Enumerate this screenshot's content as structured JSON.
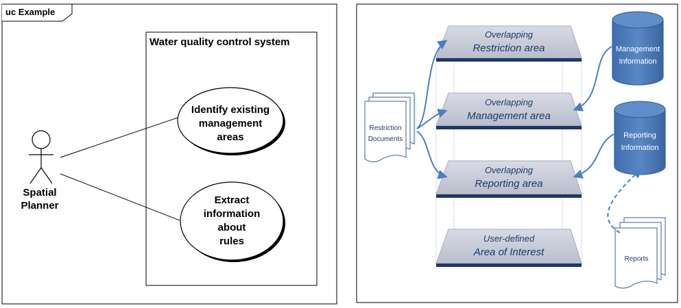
{
  "uml": {
    "frame_label": "uc Example",
    "system_title": "Water quality control system",
    "actor": {
      "line1": "Spatial",
      "line2": "Planner"
    },
    "use_cases": [
      {
        "lines": [
          "Identify existing",
          "management",
          "areas"
        ]
      },
      {
        "lines": [
          "Extract",
          "information",
          "about",
          "rules"
        ]
      }
    ]
  },
  "layers": [
    {
      "line1": "Overlapping",
      "line2": "Restriction area"
    },
    {
      "line1": "Overlapping",
      "line2": "Management area"
    },
    {
      "line1": "Overlapping",
      "line2": "Reporting area"
    },
    {
      "line1": "User-defined",
      "line2": "Area of Interest"
    }
  ],
  "restriction_docs": {
    "line1": "Restriction",
    "line2": "Documents"
  },
  "management_db": {
    "line1": "Management",
    "line2": "Information"
  },
  "reporting_db": {
    "line1": "Reporting",
    "line2": "Information"
  },
  "reports": {
    "label": "Reports"
  },
  "colors": {
    "db_fill": "#4a78b5",
    "arrow": "#4a7fbf",
    "layer_fill": "#c9ccd8",
    "layer_text": "#1f3a66"
  }
}
